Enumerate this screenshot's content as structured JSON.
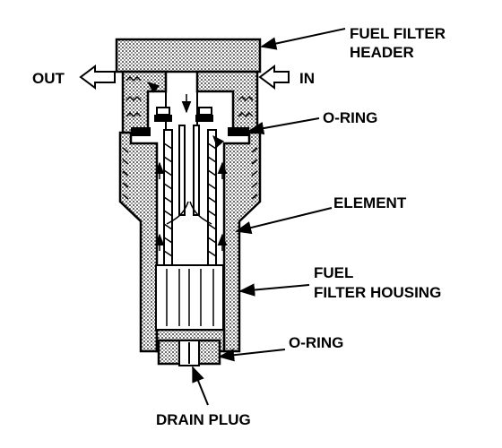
{
  "labels": {
    "header_line1": "FUEL FILTER",
    "header_line2": "HEADER",
    "out": "OUT",
    "in": "IN",
    "oring_top": "O-RING",
    "element": "ELEMENT",
    "housing_line1": "FUEL",
    "housing_line2": "FILTER HOUSING",
    "oring_bottom": "O-RING",
    "drain_plug": "DRAIN PLUG"
  }
}
